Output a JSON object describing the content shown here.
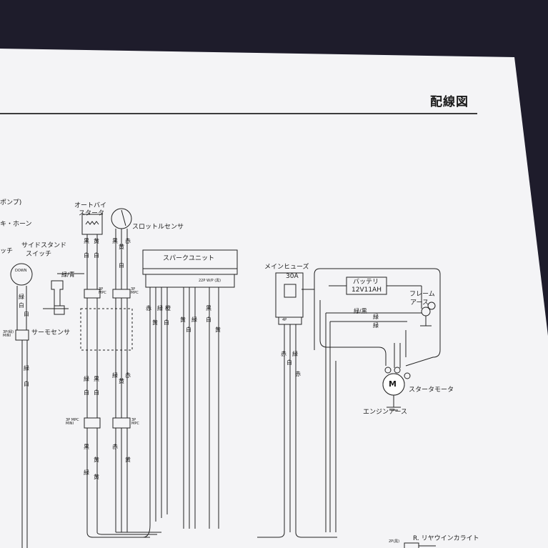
{
  "title": "配線図",
  "components": {
    "pump_fragment": "ポンプ)",
    "horn_fragment": "キ・ホーン",
    "switch_fragment": "ッチ",
    "side_stand_1": "サイドスタンド",
    "side_stand_2": "スイッチ",
    "down_label": "DOWN",
    "auto_bystarter_1": "オートバイ",
    "auto_bystarter_2": "スタータ",
    "throttle_sensor": "スロットルセンサ",
    "spark_unit": "スパークユニット",
    "spark_conn": "22P W/P (黒)",
    "thermo_sensor": "サーモセンサ",
    "main_fuse": "メインヒューズ",
    "fuse_rating": "30A",
    "battery_1": "バッテリ",
    "battery_2": "12V11AH",
    "frame_ground_1": "フレーム",
    "frame_ground_2": "アース",
    "starter_motor": "スタータモータ",
    "motor_symbol": "M",
    "engine_ground": "エンジンアース",
    "rear_winker": "R. リヤウインカライト",
    "conn_3p_mini": "3P(緑)\nMINI",
    "conn_3p_mpc_a": "3P\nMPC",
    "conn_3p_mpc_b": "3P\nMPC",
    "conn_3p_mpc_mini": "3P MPC\nMINI",
    "conn_3p_mpc_c": "3P\nMPC",
    "conn_4p": "4P",
    "conn_2p": "2P(黒)"
  },
  "wire_colors": {
    "green": "緑",
    "white": "白",
    "black": "黒",
    "yellow": "黄",
    "red": "赤",
    "orange": "橙",
    "green_black": "緑/黒",
    "green_yellow": "緑/青"
  },
  "style": {
    "paper": "#f3f3f5",
    "ink": "#1a1a1a",
    "background": "#1e1c2b"
  }
}
